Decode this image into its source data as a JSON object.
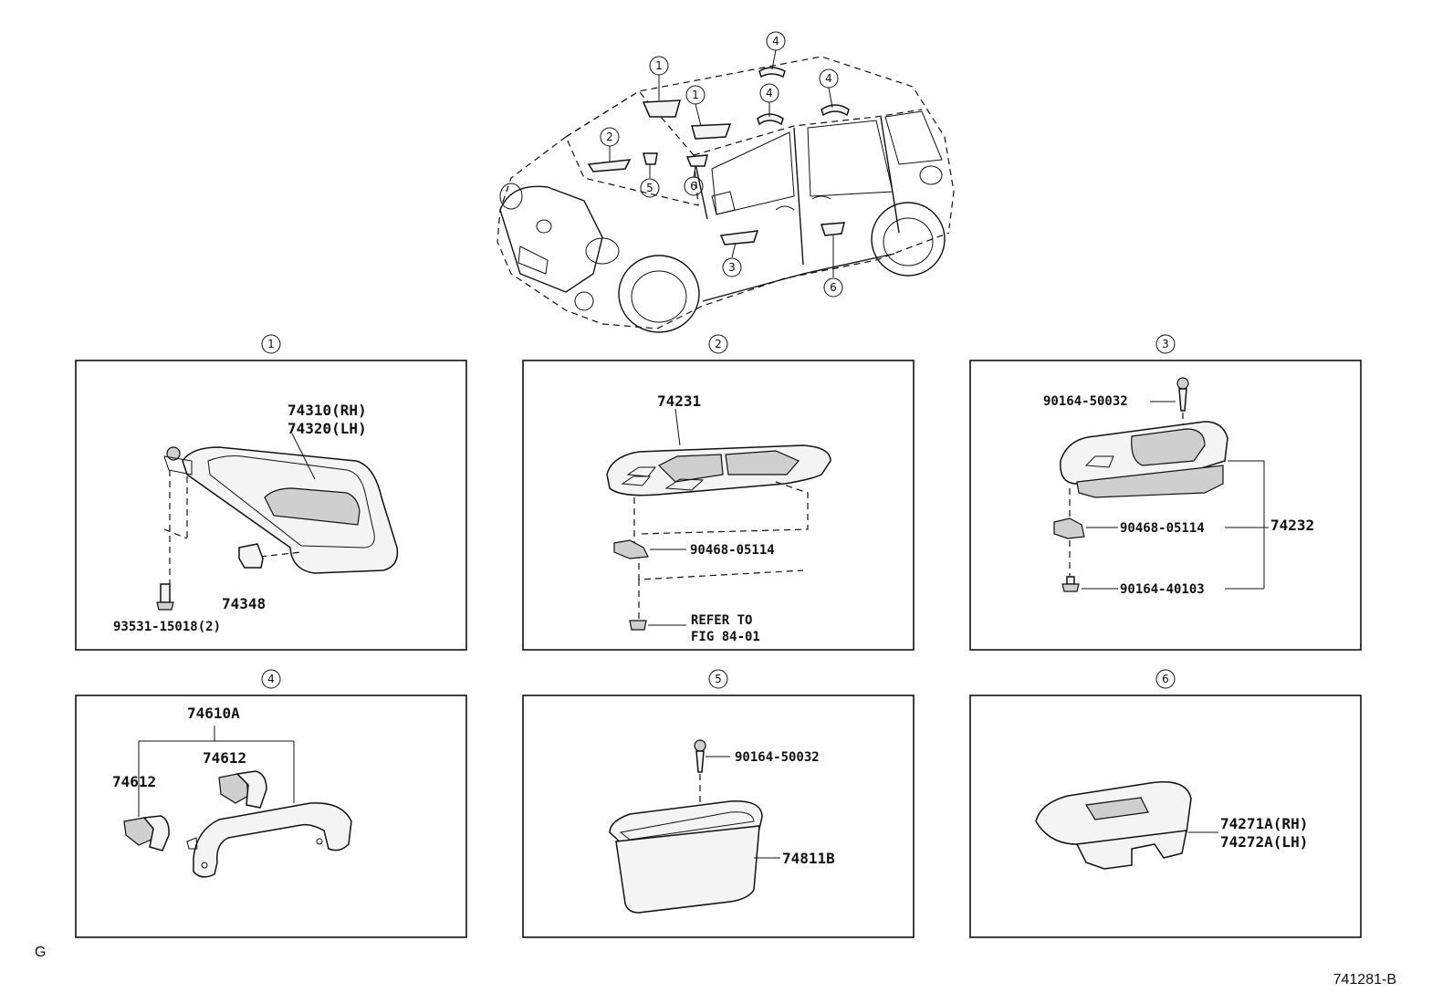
{
  "callouts": {
    "c1": "1",
    "c2": "2",
    "c3": "3",
    "c4": "4",
    "c5": "5",
    "c6": "6"
  },
  "panels": [
    {
      "id": "1",
      "labels": {
        "visor_rh": "74310(RH)",
        "visor_lh": "74320(LH)",
        "holder": "74348",
        "screw": "93531-15018(2)"
      }
    },
    {
      "id": "2",
      "labels": {
        "panel": "74231",
        "clip": "90468-05114",
        "refer1": "REFER TO",
        "refer2": "FIG 84-01"
      }
    },
    {
      "id": "3",
      "labels": {
        "screw_top": "90164-50032",
        "clip": "90468-05114",
        "screw_bottom": "90164-40103",
        "assy": "74232"
      }
    },
    {
      "id": "4",
      "labels": {
        "grip": "74610A",
        "cap_right": "74612",
        "cap_left": "74612"
      }
    },
    {
      "id": "5",
      "labels": {
        "screw": "90164-50032",
        "pocket": "74811B"
      }
    },
    {
      "id": "6",
      "labels": {
        "rh": "74271A(RH)",
        "lh": "74272A(LH)"
      }
    }
  ],
  "footer": {
    "left": "G",
    "right": "741281-B"
  }
}
